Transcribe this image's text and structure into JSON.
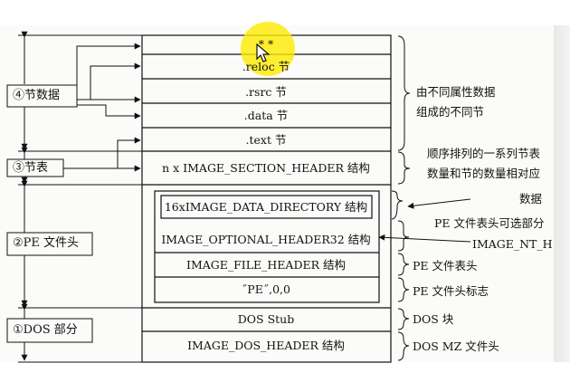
{
  "stack": {
    "reloc": ".reloc 节",
    "rsrc": ".rsrc 节",
    "data": ".data 节",
    "text": ".text 节",
    "section_header": "n x IMAGE_SECTION_HEADER 结构",
    "data_directory": "16xIMAGE_DATA_DIRECTORY 结构",
    "optional_header": "IMAGE_OPTIONAL_HEADER32 结构",
    "file_header": "IMAGE_FILE_HEADER 结构",
    "signature": "˝PE˝,0,0",
    "dos_stub": "DOS Stub",
    "dos_header": "IMAGE_DOS_HEADER 结构"
  },
  "left_labels": {
    "sections": "④节数据",
    "section_table": "③节表",
    "pe_header": "②PE 文件头",
    "dos_part": "①DOS 部分"
  },
  "right_notes": {
    "sections_line1": "由不同属性数据",
    "sections_line2": "组成的不同节",
    "table_line1": "顺序排列的一系列节表",
    "table_line2": "数量和节的数量相对应",
    "data_dir": "数据",
    "optional": "PE 文件表头可选部分",
    "nt_headers": "IMAGE_NT_H",
    "file_header": "PE 文件表头",
    "signature": "PE 文件头标志",
    "dos_block": "DOS 块",
    "dos_mz": "DOS MZ 文件头"
  },
  "colors": {
    "ink": "#111111",
    "cursor_highlight": "#ffeb00"
  },
  "icons": {
    "cursor": "mouse-pointer-icon"
  }
}
